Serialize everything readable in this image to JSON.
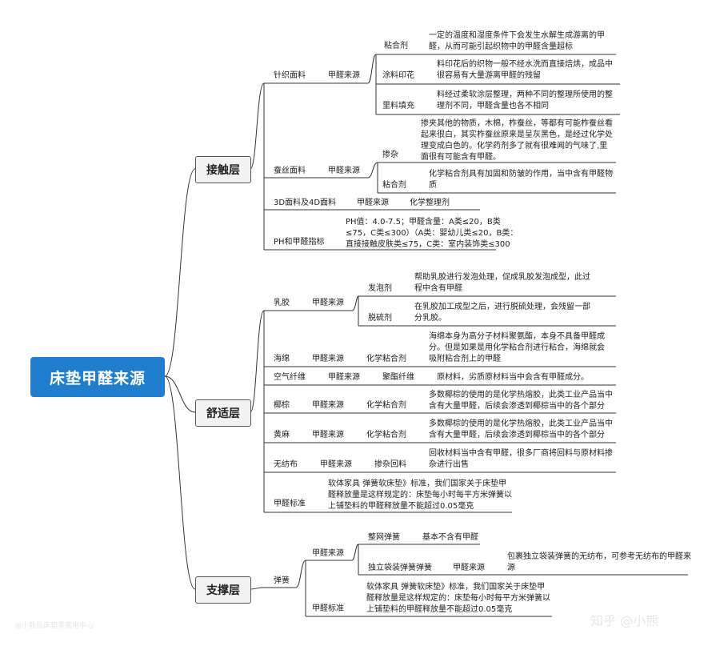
{
  "root": "床垫甲醛来源",
  "contact": {
    "label": "接触层",
    "knit": {
      "material": "针织面料",
      "source": "甲醛来源",
      "items": [
        {
          "name": "粘合剂",
          "desc": "一定的温度和湿度条件下会发生水解生成游离的甲醛，从而可能引起织物中的甲醛含量超标"
        },
        {
          "name": "涂料印花",
          "desc": "料印花后的织物一般不经水洗而直接焙烘，成品中很容易有大量游离甲醛的残留"
        },
        {
          "name": "里料填充",
          "desc": "料经过柔软涂层整理，两种不同的整理所使用的整理剂不同，甲醛含量也各不相同"
        }
      ]
    },
    "silk": {
      "material": "蚕丝面料",
      "source": "甲醛来源",
      "items": [
        {
          "name": "掺杂",
          "desc": "掺夹其他的物质，木棉，柞蚕丝，等都有可能柞蚕丝看起来很白，其实柞蚕丝原来是呈灰黑色，是经过化学处理变成白色的。化学药剂多了就有很难闻的气味了,里面很有可能含有甲醛。"
        },
        {
          "name": "粘合剂",
          "desc": "化学粘合剂具有加固和防皱的作用，当中含有甲醛物质"
        }
      ]
    },
    "fabric3d": {
      "material": "3D面料及4D面料",
      "source": "甲醛来源",
      "reason": "化学整理剂"
    },
    "ph": {
      "label": "PH和甲醛指标",
      "desc": "PH值：4.0-7.5；甲醛含量：A类≤20，B类≤75，C类≤300）（A类：婴幼儿类≤20，B类：直接接触皮肤类≤75，C类：室内装饰类≤300"
    }
  },
  "comfort": {
    "label": "舒适层",
    "latex": {
      "material": "乳胶",
      "source": "甲醛来源",
      "items": [
        {
          "name": "发泡剂",
          "desc": "帮助乳胶进行发泡处理，促成乳胶发泡成型，此过程中含有甲醛"
        },
        {
          "name": "脱硫剂",
          "desc": "在乳胶加工成型之后，进行脱硫处理，会残留一部分乳胶。"
        }
      ]
    },
    "sponge": {
      "material": "海绵",
      "source": "甲醛来源",
      "reason": "化学粘合剂",
      "desc": "海绵本身为高分子材料聚氨酯，本身不具备甲醛成分。但是如果是用化学粘合剂进行粘合，海绵就会吸附粘合剂上的甲醛"
    },
    "fiber": {
      "material": "空气纤维",
      "source": "甲醛来源",
      "reason": "聚酯纤维",
      "desc": "原材料，劣质原材料当中会含有甲醛成分。"
    },
    "coir": {
      "material": "椰棕",
      "source": "甲醛来源",
      "reason": "化学粘合剂",
      "desc": "多数椰棕的使用的是化学热熔胶，此类工业产品当中含有大量甲醛，后续会渗透到椰棕当中的各个部分"
    },
    "jute": {
      "material": "黄麻",
      "source": "甲醛来源",
      "reason": "化学粘合剂",
      "desc": "多数椰棕的使用的是化学热熔胶，此类工业产品当中含有大量甲醛，后续会渗透到椰棕当中的各个部分"
    },
    "nonwoven": {
      "material": "无纺布",
      "source": "甲醛来源",
      "reason": "掺杂回料",
      "desc": "回收材料当中含有甲醛，很多厂商将回料与原材料掺杂进行出售"
    },
    "standard": {
      "label": "甲醛标准",
      "desc": "软体家具 弹簧软床垫》标准，我们国家关于床垫甲醛释放量是这样规定的：床垫每小时每平方米弹簧以上铺垫料的甲醛释放量不能超过0.05毫克"
    }
  },
  "support": {
    "label": "支撑层",
    "spring": "弹簧",
    "source": {
      "label": "甲醛来源",
      "mesh": {
        "name": "整网弹簧",
        "desc": "基本不含有甲醛"
      },
      "pocket": {
        "name": "独立袋装弹簧弹簧",
        "source": "甲醛来源",
        "desc": "包裹独立袋装弹簧的无纺布，可参考无纺布的甲醛来源"
      }
    },
    "standard": {
      "label": "甲醛标准",
      "desc": "软体家具 弹簧软床垫》标准，我们国家关于床垫甲醛释放量是这样规定的：床垫每小时每平方米弹簧以上铺垫料的甲醛释放量不能超过0.05毫克"
    }
  },
  "watermark": {
    "left": "@小熊侃床垫零家电中心",
    "right": "知乎 @小熊"
  }
}
